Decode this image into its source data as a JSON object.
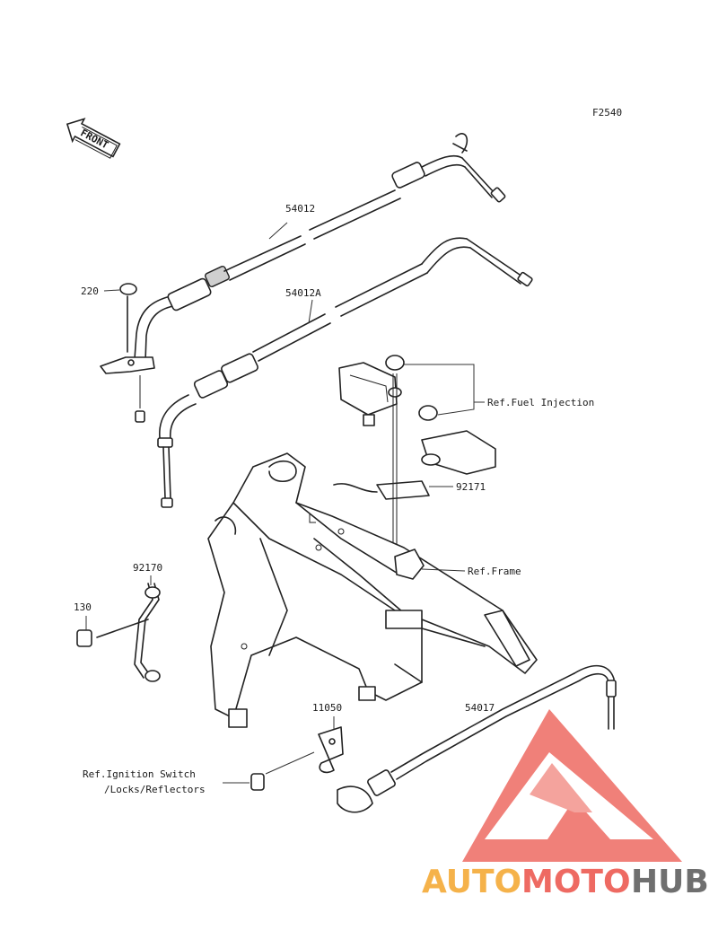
{
  "diagram": {
    "figure_code": "F2540",
    "front_arrow_text": "FRONT",
    "labels": {
      "p54012": "54012",
      "p54012A": "54012A",
      "p220": "220",
      "p92171": "92171",
      "p92170": "92170",
      "p130": "130",
      "p11050": "11050",
      "p54017": "54017",
      "ref_fuel_injection": "Ref.Fuel Injection",
      "ref_frame": "Ref.Frame",
      "ref_ignition_line1": "Ref.Ignition Switch",
      "ref_ignition_line2": "/Locks/Reflectors"
    }
  },
  "watermark": {
    "brand_part1": "AUTO",
    "brand_part2": "MOTO",
    "brand_part3": "HUB",
    "colors": {
      "triangle": "#ee6a62",
      "auto": "#f5b24a",
      "moto": "#ee6a62",
      "hub": "#6f6f6f"
    }
  }
}
